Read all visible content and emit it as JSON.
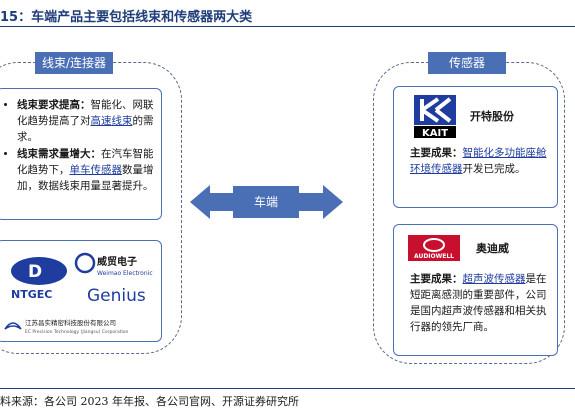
{
  "title": "15：车端产品主要包括线束和传感器两大类",
  "source": "料来源：各公司 2023 年年报、各公司官网、开源证券研究所",
  "center_label": "车端",
  "left_panel": {
    "tag": "线束/连接器",
    "bullet1_title": "线束要求提高：",
    "bullet1_text": "智能化、网联化趋势提高了对",
    "bullet1_link": "高速线束",
    "bullet1_end": "的需求。",
    "bullet2_title": "线束需求量增大：",
    "bullet2_text": "在汽车智能化趋势下，",
    "bullet2_link": "单车传感器",
    "bullet2_end": "数量增加，数据线束用量显著提升。",
    "logo_weimao_cn": "威贸电子",
    "logo_weimao_en": "Weimao Electronic",
    "logo_ntgec": "NTGEC",
    "logo_genius": "Genius",
    "logo_jiangsu_cn": "江苏昌实精密科技股份有限公司",
    "logo_jiangsu_en": "EC Precision Technology (Jiangsu) Corporation"
  },
  "right_panel": {
    "tag": "传感器",
    "kait_logo": "KAIT",
    "kait_name": "开特股份",
    "kait_prefix": "主要成果：",
    "kait_link": "智能化多功能座舱环境传感器",
    "kait_end": "开发已完成。",
    "aodi_logo": "AUDIOWELL",
    "aodi_name": "奥迪威",
    "aodi_prefix": "主要成果：",
    "aodi_link": "超声波传感器",
    "aodi_end": "是在短距离感测的重要部件，公司是国内超声波传感器和相关执行器的领先厂商。"
  },
  "colors": {
    "accent": "#4a6fb5",
    "title": "#1f3d78",
    "link": "#1f3d9e"
  }
}
